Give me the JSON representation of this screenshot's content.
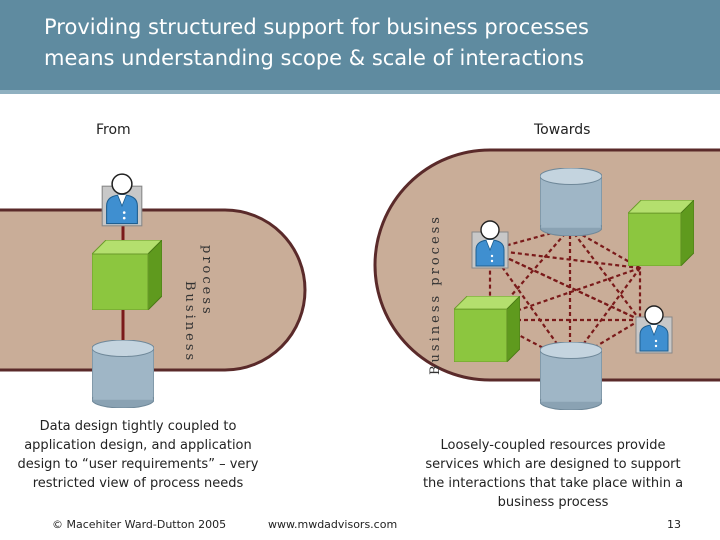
{
  "slide": {
    "title": "Providing structured support for business processes\nmeans understanding scope & scale of interactions",
    "from_label": "From",
    "towards_label": "Towards",
    "left_band_line1": "Business",
    "left_band_line2": "process",
    "right_band_label": "Business process",
    "left_note": "Data design tightly coupled to application design, and application design to “user requirements” – very restricted view of process needs",
    "right_note": "Loosely-coupled resources provide services which are designed to support the interactions that take place within a business process",
    "footer_copyright": "© Macehiter Ward-Dutton 2005",
    "footer_url": "www.mwdadvisors.com",
    "page_number": "13"
  },
  "colors": {
    "header": "#5f8ba0",
    "band": "#c9ad98",
    "band_edge": "#5a2a2a",
    "cube": "#8cc63f",
    "cylinder": "#9fb6c6",
    "connector": "#7a1a1a",
    "person_shirt": "#3f8fd0"
  }
}
